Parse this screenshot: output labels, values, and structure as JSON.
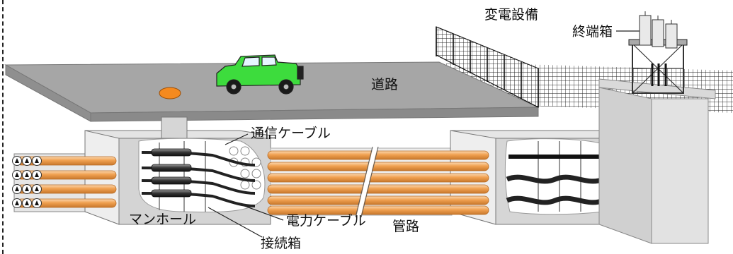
{
  "labels": {
    "substation": "変電設備",
    "terminal_box": "終端箱",
    "road": "道路",
    "telecom_cable": "通信ケーブル",
    "manhole": "マンホール",
    "power_cable": "電力ケーブル",
    "conduit": "管路",
    "joint_box": "接続箱"
  },
  "colors": {
    "road_top": "#a6a6a6",
    "road_front": "#8c8c8c",
    "concrete_light": "#ececec",
    "concrete_mid": "#d9d9d9",
    "cable_orange": "#f0a050",
    "manhole_cover": "#f58a1f",
    "car_green": "#3ddc3d"
  }
}
